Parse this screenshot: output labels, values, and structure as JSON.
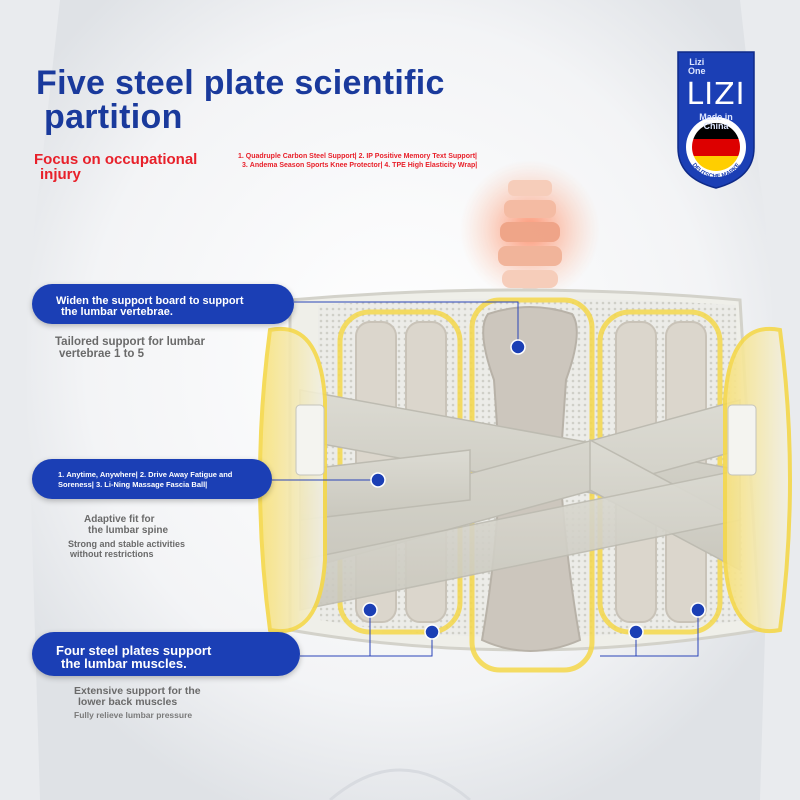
{
  "headline": {
    "line1": "Five steel plate scientific",
    "line2": "partition"
  },
  "subheadline": {
    "line1": "Focus on occupational",
    "line2": "injury"
  },
  "feature_list": {
    "line1": "1. Quadruple Carbon Steel Support| 2. IP Positive Memory Text Support|",
    "line2": "3. Andema Season Sports Knee Protector| 4. TPE High Elasticity Wrap|"
  },
  "callouts": [
    {
      "line1": "Widen the support board to support",
      "line2": "the lumbar vertebrae."
    },
    {
      "line1": "1. Anytime, Anywhere| 2. Drive Away Fatigue and",
      "line2": "Soreness| 3. Li-Ning Massage Fascia Ball|"
    },
    {
      "line1": "Four steel plates support",
      "line2": "the lumbar muscles."
    }
  ],
  "notes": [
    {
      "line1": "Tailored support for lumbar",
      "line2": "vertebrae 1 to 5"
    },
    {
      "line1": "Adaptive fit for",
      "line2": "the lumbar spine"
    },
    {
      "line1": "Strong and stable activities",
      "line2": "without restrictions"
    },
    {
      "line1": "Extensive support for the",
      "line2": "lower back muscles"
    },
    {
      "line1": "Fully relieve lumbar pressure"
    }
  ],
  "badge": {
    "top_line1": "Lizi",
    "top_line2": "One",
    "brand": "LIZI",
    "made_line1": "Made in",
    "made_line2": "China",
    "ring_text": "DEUTSCHE MARKE",
    "colors": {
      "shield": "#1b3fb5",
      "black": "#000000",
      "red": "#dd0000",
      "gold": "#ffce00"
    }
  },
  "colors": {
    "headline": "#1a3a9c",
    "accent_red": "#e8202a",
    "pill_blue": "#1b3fb5",
    "note_gray": "#6a6a6a",
    "glow_yellow": "#f5d84a"
  }
}
